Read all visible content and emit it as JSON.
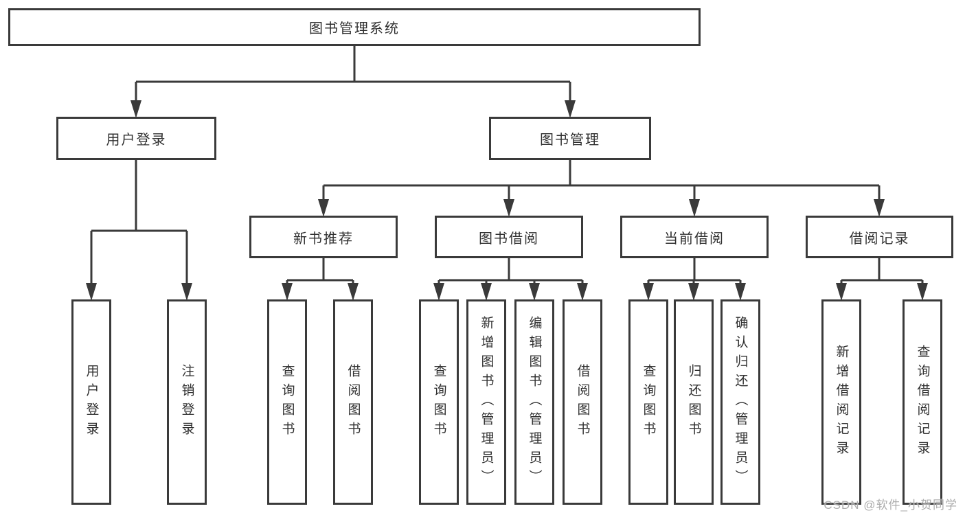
{
  "colors": {
    "background": "#ffffff",
    "line": "#3a3a3a",
    "box_border": "#3a3a3a",
    "text": "#303030",
    "watermark": "#a8a8a8"
  },
  "diagram": {
    "type": "tree",
    "root": {
      "label": "图书管理系统"
    },
    "level2": [
      {
        "label": "用户登录",
        "parent": "图书管理系统"
      },
      {
        "label": "图书管理",
        "parent": "图书管理系统"
      }
    ],
    "level3": [
      {
        "label": "新书推荐",
        "parent": "图书管理"
      },
      {
        "label": "图书借阅",
        "parent": "图书管理"
      },
      {
        "label": "当前借阅",
        "parent": "图书管理"
      },
      {
        "label": "借阅记录",
        "parent": "图书管理"
      }
    ],
    "level4": [
      {
        "label": "用户登录",
        "parent": "用户登录"
      },
      {
        "label": "注销登录",
        "parent": "用户登录"
      },
      {
        "label": "查询图书",
        "parent": "新书推荐"
      },
      {
        "label": "借阅图书",
        "parent": "新书推荐"
      },
      {
        "label": "查询图书",
        "parent": "图书借阅"
      },
      {
        "label": "新增图书（管理员）",
        "parent": "图书借阅"
      },
      {
        "label": "编辑图书（管理员）",
        "parent": "图书借阅"
      },
      {
        "label": "借阅图书",
        "parent": "图书借阅"
      },
      {
        "label": "查询图书",
        "parent": "当前借阅"
      },
      {
        "label": "归还图书",
        "parent": "当前借阅"
      },
      {
        "label": "确认归还（管理员）",
        "parent": "当前借阅"
      },
      {
        "label": "新增借阅记录",
        "parent": "借阅记录"
      },
      {
        "label": "查询借阅记录",
        "parent": "借阅记录"
      }
    ]
  },
  "watermark": {
    "text": "CSDN @软件_小贺同学"
  }
}
